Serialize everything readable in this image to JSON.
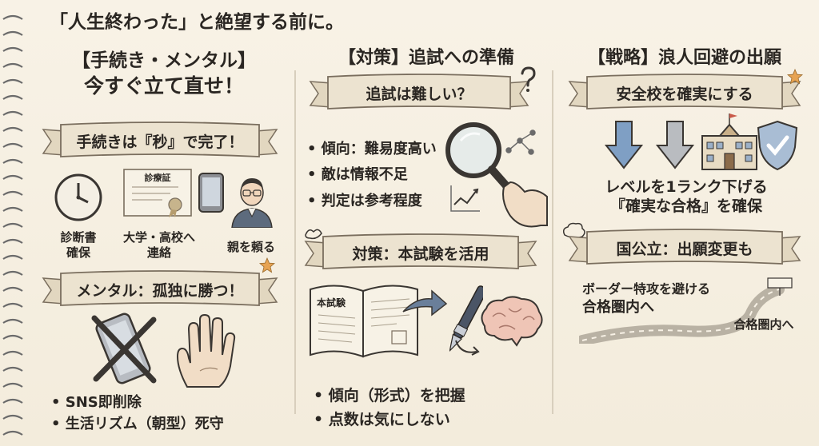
{
  "title": "「人生終わった」と絶望する前に。",
  "colors": {
    "ribbon": "#ece3d0",
    "ribbon_stroke": "#7a6e5e",
    "star": "#e7a352",
    "arrow_blue": "#7f9fc4"
  },
  "col1": {
    "heading_line1": "【手続き・メンタル】",
    "heading_line2": "今すぐ立て直せ！",
    "ribbon1": "手続きは『秒』で完了！",
    "clock_caption_line1": "診断書",
    "clock_caption_line2": "確保",
    "certificate_label": "診療証",
    "cert_caption_line1": "大学・高校へ",
    "cert_caption_line2": "連絡",
    "parent_caption": "親を頼る",
    "ribbon2": "メンタル：孤独に勝つ！",
    "bullets": [
      "• SNS即削除",
      "• 生活リズム（朝型）死守"
    ]
  },
  "col2": {
    "heading": "【対策】追試への準備",
    "ribbon1": "追試は難しい？",
    "bullets1": [
      "• 傾向：難易度高い",
      "• 敵は情報不足",
      "• 判定は参考程度"
    ],
    "ribbon2": "対策：本試験を活用",
    "book_label": "本試験",
    "bullets2": [
      "• 傾向（形式）を把握",
      "• 点数は気にしない"
    ]
  },
  "col3": {
    "heading": "【戦略】浪人回避の出願",
    "ribbon1": "安全校を確実にする",
    "note1_line1": "レベルを1ランク下げる",
    "note1_line2": "『確実な合格』を確保",
    "ribbon2": "国公立：出願変更も",
    "road_text_line1": "ボーダー特攻を避ける",
    "road_text_line2": "合格圏内へ",
    "road_end_label": "合格圏内へ"
  }
}
